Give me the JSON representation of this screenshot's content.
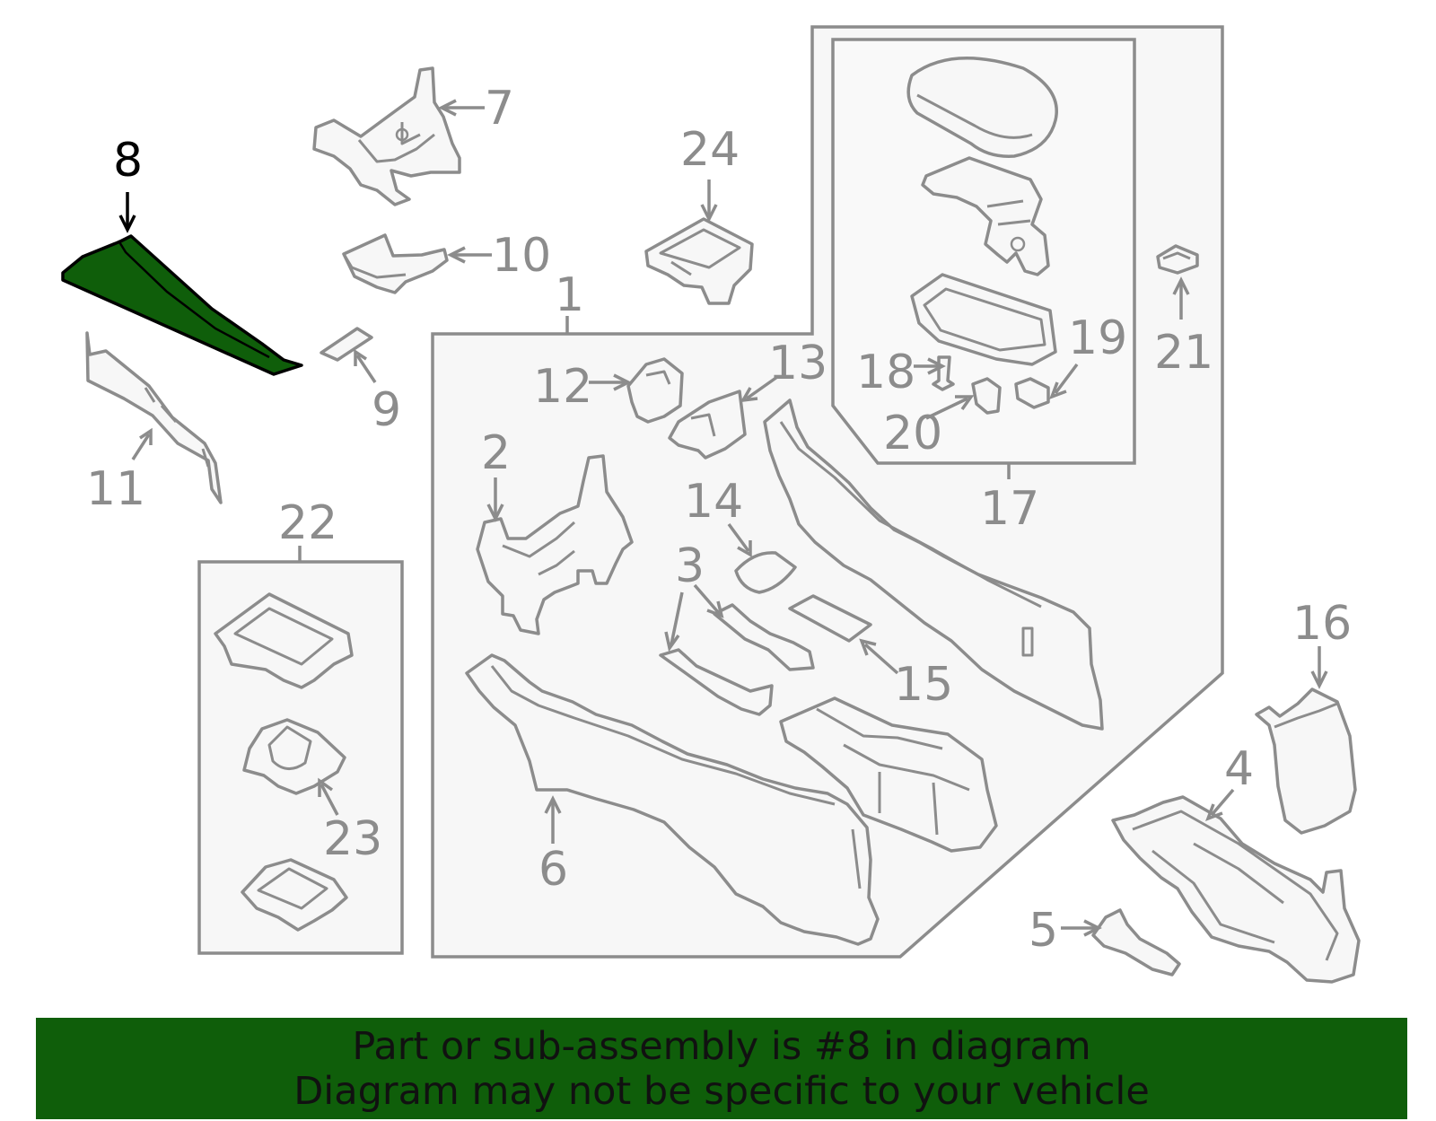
{
  "colors": {
    "highlight_fill": "#0f5e0a",
    "line_gray": "#8c8c8c",
    "banner_bg": "#0f5e0a",
    "banner_text": "#111111"
  },
  "highlighted_part": "8",
  "callouts": {
    "c1": "1",
    "c2": "2",
    "c3": "3",
    "c4": "4",
    "c5": "5",
    "c6": "6",
    "c7": "7",
    "c8": "8",
    "c9": "9",
    "c10": "10",
    "c11": "11",
    "c12": "12",
    "c13": "13",
    "c14": "14",
    "c15": "15",
    "c16": "16",
    "c17": "17",
    "c18": "18",
    "c19": "19",
    "c20": "20",
    "c21": "21",
    "c22": "22",
    "c23": "23",
    "c24": "24"
  },
  "banner": {
    "line1": "Part or sub-assembly is #8 in diagram",
    "line2": "Diagram may not be specific to your vehicle"
  }
}
